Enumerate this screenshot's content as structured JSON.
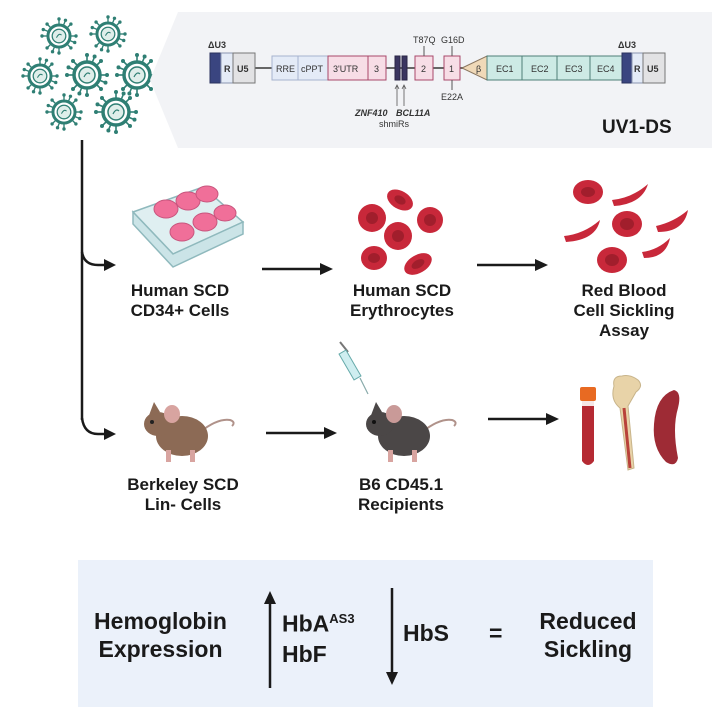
{
  "title": "UV1-DS",
  "vector": {
    "name": "UV1-DS",
    "ltr_left": {
      "delta_u3": "ΔU3",
      "r": "R",
      "u5": "U5"
    },
    "elements": [
      "RRE",
      "cPPT",
      "3'UTR",
      "3"
    ],
    "shmirs": {
      "genes": [
        "ZNF410",
        "BCL11A"
      ],
      "label": "shmiRs"
    },
    "exons": [
      "2",
      "1"
    ],
    "mutations": {
      "exon2_top": "T87Q",
      "exon1_top": "G16D",
      "exon1_bottom": "E22A"
    },
    "promoter": "β",
    "enhancers": [
      "EC1",
      "EC2",
      "EC3",
      "EC4"
    ],
    "ltr_right": {
      "delta_u3": "ΔU3",
      "r": "R",
      "u5": "U5"
    }
  },
  "colors": {
    "virus": "#2f7f74",
    "ltr_dark": "#3a4580",
    "rre_fill": "#e4ebf7",
    "utr_fill": "#f7dde6",
    "utr_stroke": "#a8486a",
    "enhancer_fill": "#cdeae5",
    "enhancer_stroke": "#4e7f78",
    "rbc": "#c8283a",
    "box_bg": "#ebf1fa"
  },
  "flow": {
    "top_row": {
      "step1": {
        "line1": "Human SCD",
        "line2": "CD34+ Cells",
        "icon": "cell-culture-plate"
      },
      "step2": {
        "line1": "Human SCD",
        "line2": "Erythrocytes",
        "icon": "red-blood-cells"
      },
      "step3": {
        "line1": "Red Blood",
        "line2": "Cell Sickling",
        "line3": "Assay",
        "icon": "sickled-cells"
      }
    },
    "bottom_row": {
      "step1": {
        "line1": "Berkeley SCD",
        "line2": "Lin- Cells",
        "icon": "brown-mouse"
      },
      "step2": {
        "line1": "B6 CD45.1",
        "line2": "Recipients",
        "icon": "black-mouse-with-syringe"
      },
      "step3": {
        "icons": [
          "blood-tube",
          "femur-bone",
          "spleen"
        ]
      }
    }
  },
  "summary": {
    "left_line1": "Hemoglobin",
    "left_line2": "Expression",
    "up_arrow": "increase",
    "up_items": {
      "hba": "HbA",
      "hba_sup": "AS3",
      "hbf": "HbF"
    },
    "down_arrow": "decrease",
    "down_item": "HbS",
    "equals": "=",
    "result_line1": "Reduced",
    "result_line2": "Sickling"
  }
}
